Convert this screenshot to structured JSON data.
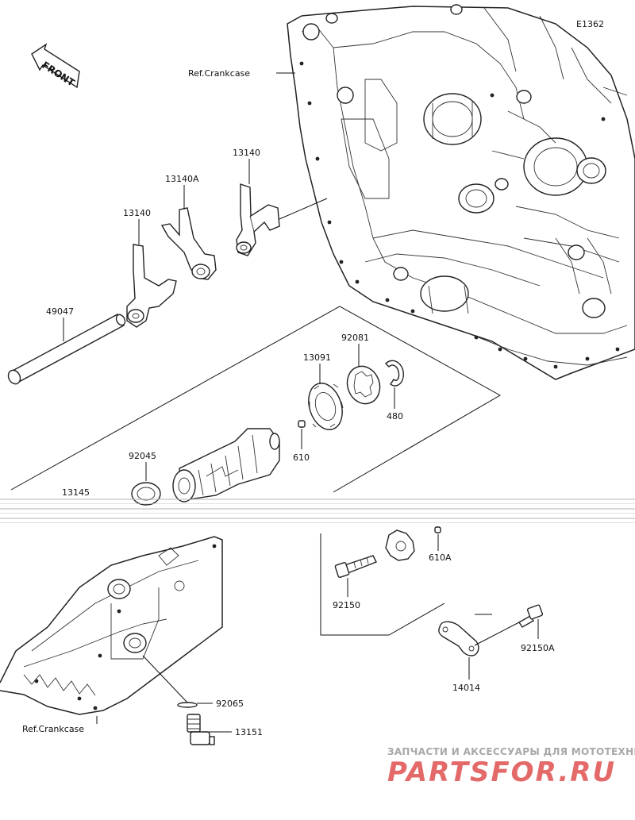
{
  "diagram_id": "E1362",
  "front_label": "FRONT",
  "ref_labels": {
    "crankcase_top": "Ref.Crankcase",
    "crankcase_bottom": "Ref.Crankcase"
  },
  "parts": {
    "p13140_right": "13140",
    "p13140A": "13140A",
    "p13140_left": "13140",
    "p49047": "49047",
    "p92081": "92081",
    "p13091": "13091",
    "p480": "480",
    "p610": "610",
    "p92045": "92045",
    "p13145": "13145",
    "p610A": "610A",
    "p92150": "92150",
    "p92150A": "92150A",
    "p14014": "14014",
    "p92065": "92065",
    "p13151": "13151"
  },
  "watermark": {
    "tagline": "ЗАПЧАСТИ И АКСЕССУАРЫ ДЛЯ МОТОТЕХНИКИ",
    "logo": "PARTSFOR.RU"
  },
  "colors": {
    "line": "#111111",
    "watermark_logo": "#e46a6a",
    "watermark_text": "#a8a8a8"
  }
}
